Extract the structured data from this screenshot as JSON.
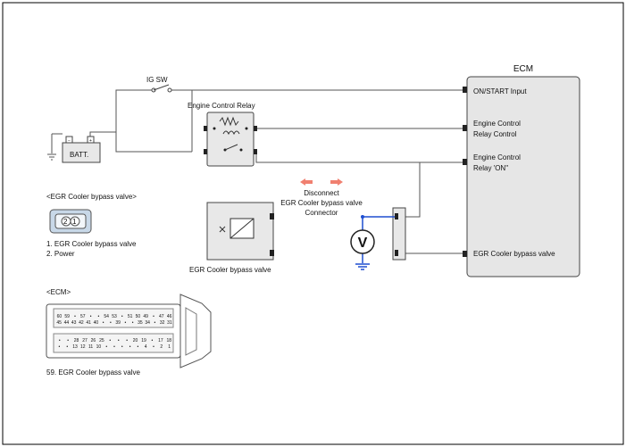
{
  "ecm": {
    "title": "ECM",
    "on_start_input": "ON/START Input",
    "relay_control_1": "Engine Control",
    "relay_control_2": "Relay Control",
    "relay_on_1": "Engine Control",
    "relay_on_2": "Relay 'ON\"",
    "egr_pin": "EGR Cooler bypass valve"
  },
  "circuit": {
    "ig_sw": "IG SW",
    "batt": "BATT.",
    "engine_control_relay": "Engine Control Relay",
    "egr_valve": "EGR Cooler bypass valve",
    "voltmeter": "V"
  },
  "instruction": {
    "line1": "Disconnect",
    "line2": "EGR Cooler bypass valve",
    "line3": "Connector"
  },
  "connector_view": {
    "title": "<EGR Cooler bypass valve>",
    "pin_2": "2",
    "pin_1": "1",
    "legend_1": "1. EGR Cooler bypass valve",
    "legend_2": "2. Power"
  },
  "ecm_connector": {
    "title": "<ECM>",
    "legend": "59. EGR Cooler bypass valve",
    "row1": [
      "60",
      "59",
      "",
      "57",
      "",
      "",
      "54",
      "53",
      "",
      "51",
      "50",
      "49",
      "",
      "47",
      "46"
    ],
    "row2": [
      "45",
      "44",
      "43",
      "42",
      "41",
      "40",
      "",
      "",
      "39",
      "",
      "",
      "35",
      "34",
      "",
      "32",
      "31"
    ],
    "row3": [
      "",
      "",
      "28",
      "27",
      "26",
      "25",
      "",
      "",
      "",
      "20",
      "19",
      "",
      "17",
      "18"
    ],
    "row4": [
      "",
      "",
      "13",
      "12",
      "11",
      "10",
      "",
      "",
      "",
      "",
      "",
      "4",
      "",
      "2",
      "1"
    ]
  },
  "colors": {
    "wire": "#555555",
    "measurement_wire": "#1f4fd1",
    "arrow": "#f08070",
    "ecm_fill": "#e6e6e6",
    "component_fill": "#e8e8e8"
  }
}
